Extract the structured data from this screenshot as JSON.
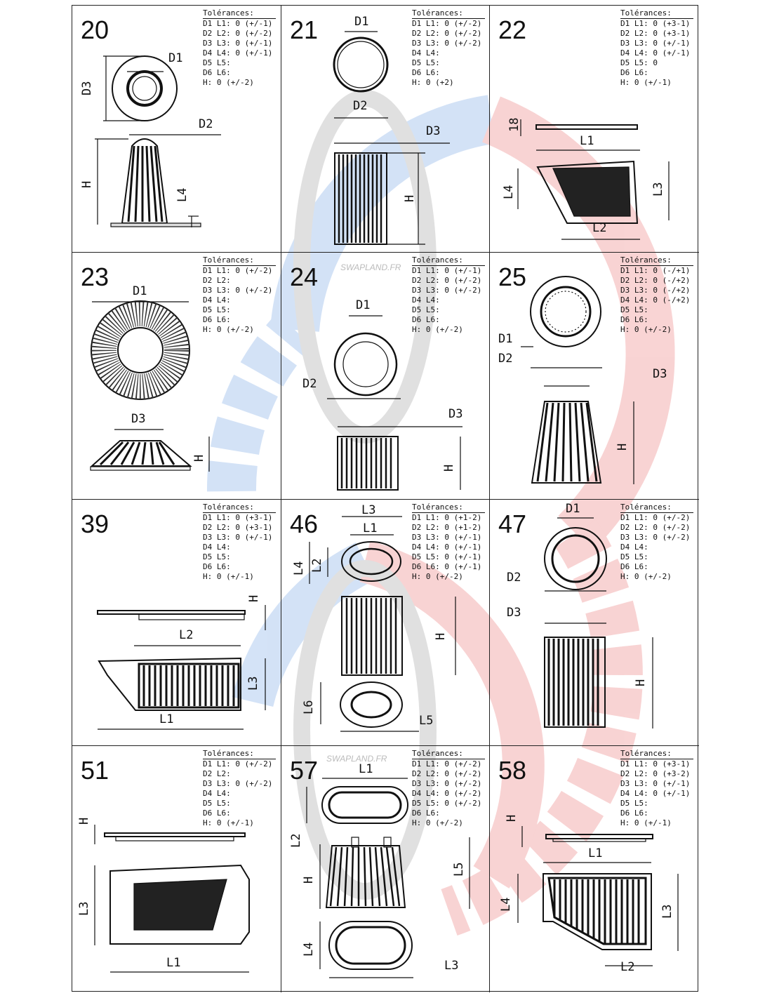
{
  "watermark": {
    "text": "SWAPLAND.FR",
    "colors": {
      "blue": "#3b7fd9",
      "red": "#e23a3a",
      "gray": "#9a9a9a"
    }
  },
  "tolerance_title": "Tolérances:",
  "cells": [
    {
      "id": "20",
      "tol": [
        "D1 L1: 0 (+/-1)",
        "D2 L2: 0 (+/-2)",
        "D3 L3: 0 (+/-1)",
        "D4 L4: 0 (+/-1)",
        "D5 L5:",
        "D6 L6:",
        "H: 0 (+/-2)"
      ],
      "labels": {
        "a": "D1",
        "b": "D3",
        "c": "D2",
        "d": "H",
        "e": "L4"
      }
    },
    {
      "id": "21",
      "tol": [
        "D1 L1: 0 (+/-2)",
        "D2 L2: 0 (+/-2)",
        "D3 L3: 0 (+/-2)",
        "D4 L4:",
        "D5 L5:",
        "D6 L6:",
        "H: 0 (+2)"
      ],
      "labels": {
        "a": "D1",
        "b": "D2",
        "c": "D3",
        "d": "H"
      }
    },
    {
      "id": "22",
      "tol": [
        "D1 L1: 0 (+3-1)",
        "D2 L2: 0 (+3-1)",
        "D3 L3: 0 (+/-1)",
        "D4 L4: 0 (+/-1)",
        "D5 L5: 0",
        "D6 L6:",
        "H: 0 (+/-1)"
      ],
      "labels": {
        "a": "18",
        "b": "L1",
        "c": "L4",
        "d": "L3",
        "e": "L2"
      }
    },
    {
      "id": "23",
      "tol": [
        "D1 L1: 0 (+/-2)",
        "D2 L2:",
        "D3 L3: 0 (+/-2)",
        "D4 L4:",
        "D5 L5:",
        "D6 L6:",
        "H: 0 (+/-2)"
      ],
      "labels": {
        "a": "D1",
        "b": "D3",
        "c": "H"
      }
    },
    {
      "id": "24",
      "tol": [
        "D1 L1: 0 (+/-1)",
        "D2 L2: 0 (+/-2)",
        "D3 L3: 0 (+/-2)",
        "D4 L4:",
        "D5 L5:",
        "D6 L6:",
        "H: 0 (+/-2)"
      ],
      "labels": {
        "a": "D1",
        "b": "D2",
        "c": "D3",
        "d": "H"
      }
    },
    {
      "id": "25",
      "tol": [
        "D1 L1: 0 (-/+1)",
        "D2 L2: 0 (-/+2)",
        "D3 L3: 0 (-/+2)",
        "D4 L4: 0 (-/+2)",
        "D5 L5:",
        "D6 L6:",
        "H: 0 (+/-2)"
      ],
      "labels": {
        "a": "D1",
        "b": "D2",
        "c": "D3",
        "d": "H"
      }
    },
    {
      "id": "39",
      "tol": [
        "D1 L1: 0 (+3-1)",
        "D2 L2: 0 (+3-1)",
        "D3 L3: 0 (+/-1)",
        "D4 L4:",
        "D5 L5:",
        "D6 L6:",
        "H: 0 (+/-1)"
      ],
      "labels": {
        "a": "H",
        "b": "L2",
        "c": "L3",
        "d": "L1"
      }
    },
    {
      "id": "46",
      "tol": [
        "D1 L1: 0 (+1-2)",
        "D2 L2: 0 (+1-2)",
        "D3 L3: 0 (+/-1)",
        "D4 L4: 0 (+/-1)",
        "D5 L5: 0 (+/-1)",
        "D6 L6: 0 (+/-1)",
        "H: 0 (+/-2)"
      ],
      "labels": {
        "a": "L3",
        "b": "L1",
        "c": "L4",
        "d": "L2",
        "e": "H",
        "f": "L6",
        "g": "L5"
      }
    },
    {
      "id": "47",
      "tol": [
        "D1 L1: 0 (+/-2)",
        "D2 L2: 0 (+/-2)",
        "D3 L3: 0 (+/-2)",
        "D4 L4:",
        "D5 L5:",
        "D6 L6:",
        "H: 0 (+/-2)"
      ],
      "labels": {
        "a": "D1",
        "b": "D2",
        "c": "D3",
        "d": "H"
      }
    },
    {
      "id": "51",
      "tol": [
        "D1 L1: 0 (+/-2)",
        "D2 L2:",
        "D3 L3: 0 (+/-2)",
        "D4 L4:",
        "D5 L5:",
        "D6 L6:",
        "H: 0 (+/-1)"
      ],
      "labels": {
        "a": "H",
        "b": "L3",
        "c": "L1"
      }
    },
    {
      "id": "57",
      "tol": [
        "D1 L1: 0 (+/-2)",
        "D2 L2: 0 (+/-2)",
        "D3 L3: 0 (+/-2)",
        "D4 L4: 0 (+/-2)",
        "D5 L5: 0 (+/-2)",
        "D6 L6:",
        "H: 0 (+/-2)"
      ],
      "labels": {
        "a": "L1",
        "b": "L2",
        "c": "H",
        "d": "L5",
        "e": "L4",
        "f": "L3"
      }
    },
    {
      "id": "58",
      "tol": [
        "D1 L1: 0 (+3-1)",
        "D2 L2: 0 (+3-2)",
        "D3 L3: 0 (+/-1)",
        "D4 L4: 0 (+/-1)",
        "D5 L5:",
        "D6 L6:",
        "H: 0 (+/-1)"
      ],
      "labels": {
        "a": "H",
        "b": "L1",
        "c": "L4",
        "d": "L3",
        "e": "L2"
      }
    }
  ]
}
